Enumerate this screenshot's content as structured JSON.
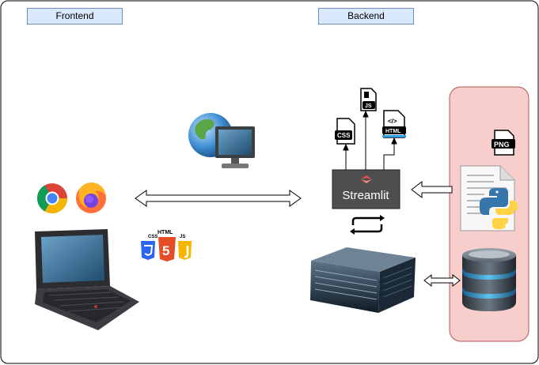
{
  "labels": {
    "frontend": "Frontend",
    "backend": "Backend"
  },
  "streamlit": {
    "label": "Streamlit"
  },
  "file_icons": {
    "css": "CSS",
    "js": "JS",
    "html": "HTML",
    "png": "PNG"
  },
  "web_tech": {
    "css": "CSS",
    "html": "HTML",
    "js": "JS",
    "five": "5"
  },
  "icons": [
    "globe-monitor-icon",
    "chrome-icon",
    "firefox-icon",
    "laptop-icon",
    "html5-stack-icon",
    "server-icon",
    "database-icon",
    "python-file-icon",
    "refresh-icon"
  ],
  "colors": {
    "label_fill": "#dae8fc",
    "label_border": "#6c8ebf",
    "group_fill": "#f8cecc",
    "group_border": "#b85450"
  }
}
